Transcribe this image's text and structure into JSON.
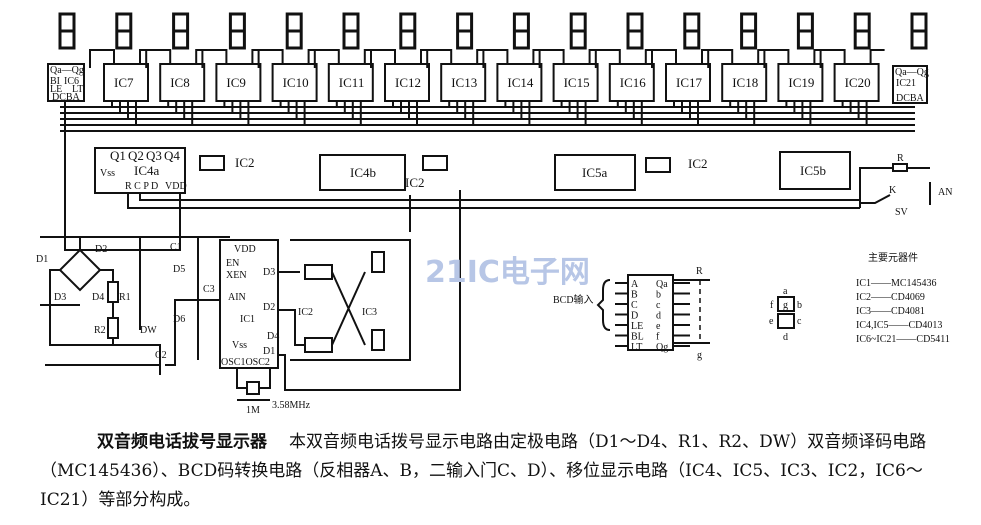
{
  "ic_labels": {
    "ic6": "IC6",
    "ic7": "IC7",
    "ic8": "IC8",
    "ic9": "IC9",
    "ic10": "IC10",
    "ic11": "IC11",
    "ic12": "IC12",
    "ic13": "IC13",
    "ic14": "IC14",
    "ic15": "IC15",
    "ic16": "IC16",
    "ic17": "IC17",
    "ic18": "IC18",
    "ic19": "IC19",
    "ic20": "IC20",
    "ic21": "IC21",
    "ic4a": "IC4a",
    "ic4b": "IC4b",
    "ic5a": "IC5a",
    "ic5b": "IC5b",
    "ic2": "IC2",
    "ic1": "IC1",
    "ic3": "IC3"
  },
  "pins": {
    "q1": "Q1",
    "q2": "Q2",
    "q3": "Q3",
    "q4": "Q4",
    "vss": "Vss",
    "vdd": "VDD",
    "rcpd": "R C P D",
    "qa_qg": "Qa—Qg",
    "bi": "BI",
    "le": "LE",
    "lt": "LT",
    "dcba": "DCBA",
    "en": "EN",
    "xen": "XEN",
    "ain": "AIN",
    "d1": "D1",
    "d2": "D2",
    "d3": "D3",
    "d4": "D4",
    "osc": "OSC1OSC2"
  },
  "components": {
    "d1": "D1",
    "d2": "D2",
    "d3": "D3",
    "d4": "D4",
    "d5": "D5",
    "d6": "D6",
    "r1": "R1",
    "r2": "R2",
    "dw": "DW",
    "c1": "C1",
    "c2": "C2",
    "c3": "C3",
    "crystal": "3.58MHz",
    "res_1m": "1M",
    "r": "R",
    "k": "K",
    "sv": "SV",
    "an": "AN"
  },
  "watermark": "21IC电子网",
  "bcd_diagram": {
    "input_label": "BCD输入",
    "inputs": [
      "A",
      "B",
      "C",
      "D",
      "LE",
      "BL",
      "LT"
    ],
    "outputs": [
      "Qa",
      "b",
      "c",
      "d",
      "e",
      "f",
      "Qg"
    ],
    "r_label": "R",
    "g_label": "g"
  },
  "segment_diagram": {
    "a": "a",
    "b": "b",
    "c": "c",
    "d": "d",
    "e": "e",
    "f": "f",
    "g": "g"
  },
  "parts_list": {
    "title": "主要元器件",
    "items": [
      "IC1——MC145436",
      "IC2——CD4069",
      "IC3——CD4081",
      "IC4,IC5——CD4013",
      "IC6~IC21——CD5411"
    ]
  },
  "caption": {
    "title": "双音频电话拔号显示器",
    "body": "本双音频电话拨号显示电路由定极电路（D1～D4、R1、R2、DW）双音频译码电路（MC145436）、BCD码转换电路（反相器A、B，二输入门C、D）、移位显示电路（IC4、IC5、IC3、IC2，IC6～IC21）等部分构成。"
  }
}
